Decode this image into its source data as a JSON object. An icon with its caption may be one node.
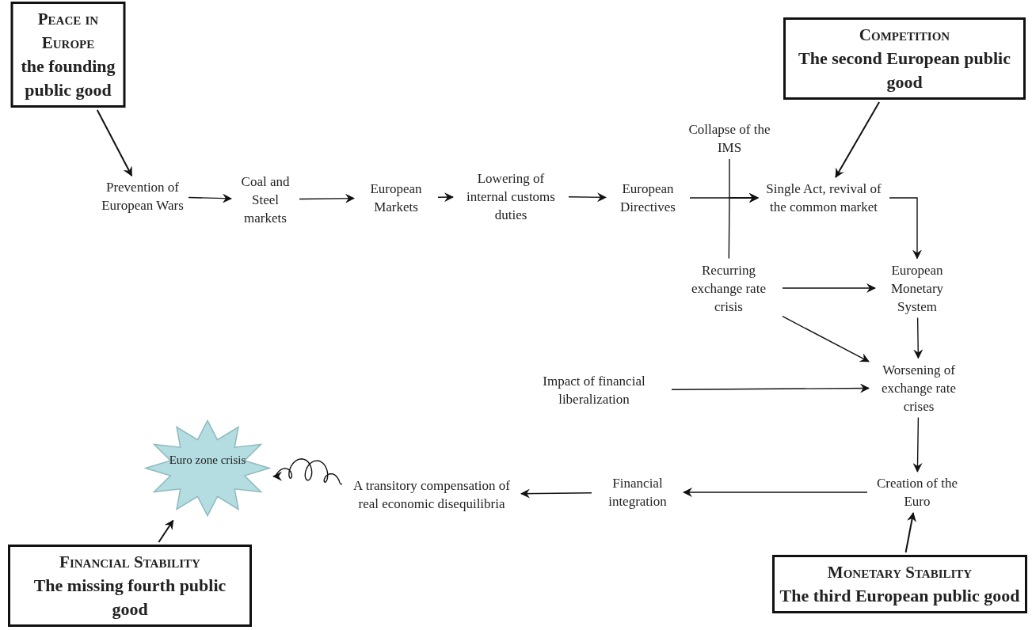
{
  "diagram": {
    "nodes": [
      {
        "text": [
          "Peace in Europe",
          "the founding public good"
        ]
      },
      {
        "text": [
          "Prevention of European Wars"
        ]
      },
      {
        "text": [
          "Coal and Steel markets"
        ]
      },
      {
        "text": [
          "European Markets"
        ]
      },
      {
        "text": [
          "Lowering of internal customs duties"
        ]
      },
      {
        "text": [
          "European Directives"
        ]
      },
      {
        "text": [
          "Collapse of the IMS"
        ]
      },
      {
        "text": [
          "Competition",
          "The second European public good"
        ]
      },
      {
        "text": [
          "Single Act, revival of the common market"
        ]
      },
      {
        "text": [
          "Recurring exchange rate crisis"
        ]
      },
      {
        "text": [
          "European Monetary System"
        ]
      },
      {
        "text": [
          "Impact of financial liberalization"
        ]
      },
      {
        "text": [
          "Worsening of exchange rate crises"
        ]
      },
      {
        "text": [
          "Euro zone crisis"
        ]
      },
      {
        "text": [
          "A transitory compensation of real economic disequilibria"
        ]
      },
      {
        "text": [
          "Financial integration"
        ]
      },
      {
        "text": [
          "Creation of the Euro"
        ]
      },
      {
        "text": [
          "Financial Stability",
          "The missing fourth public good"
        ]
      },
      {
        "text": [
          "Monetary Stability",
          "The third European public good"
        ]
      }
    ],
    "edges": [
      {
        "from": 0,
        "to": 1,
        "arrow": "to"
      },
      {
        "from": 1,
        "to": 2,
        "arrow": "to"
      },
      {
        "from": 2,
        "to": 3,
        "arrow": "to"
      },
      {
        "from": 3,
        "to": 4,
        "arrow": "to"
      },
      {
        "from": 4,
        "to": 5,
        "arrow": "to"
      },
      {
        "from": 5,
        "to": 8,
        "arrow": "to"
      },
      {
        "from": 6,
        "to": 8,
        "arrow": "to"
      },
      {
        "from": 9,
        "to": 8,
        "arrow": "to"
      },
      {
        "from": 7,
        "to": 8,
        "arrow": "to"
      },
      {
        "from": 8,
        "to": 10,
        "arrow": "to"
      },
      {
        "from": 9,
        "to": 10,
        "arrow": "to"
      },
      {
        "from": 9,
        "to": 12,
        "arrow": "to"
      },
      {
        "from": 10,
        "to": 12,
        "arrow": "to"
      },
      {
        "from": 11,
        "to": 12,
        "arrow": "to"
      },
      {
        "from": 12,
        "to": 16,
        "arrow": "to"
      },
      {
        "from": 18,
        "to": 16,
        "arrow": "to"
      },
      {
        "from": 16,
        "to": 15,
        "arrow": "to"
      },
      {
        "from": 15,
        "to": 14,
        "arrow": "to"
      },
      {
        "from": 14,
        "to": 13,
        "arrow": "to"
      },
      {
        "from": 17,
        "to": 13,
        "arrow": "to"
      }
    ]
  }
}
